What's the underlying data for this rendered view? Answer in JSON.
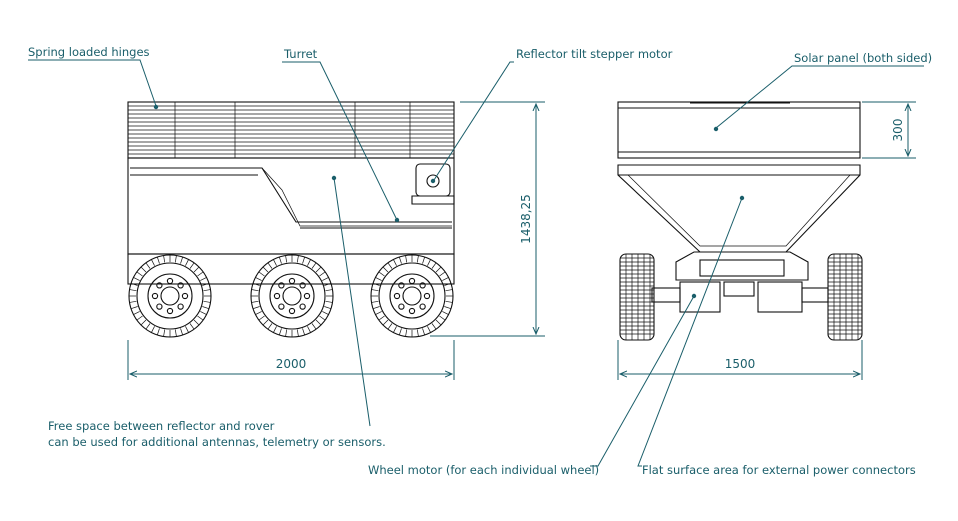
{
  "labels": {
    "spring_hinges": "Spring loaded hinges",
    "turret": "Turret",
    "reflector_motor": "Reflector tilt stepper motor",
    "solar_panel": "Solar panel (both sided)",
    "free_space_line1": "Free space between reflector and rover",
    "free_space_line2": "can be used for additional antennas, telemetry or sensors.",
    "wheel_motor": "Wheel motor (for each individual wheel)",
    "flat_surface": "Flat surface area for external power connectors"
  },
  "dimensions": {
    "side_length": "2000",
    "side_height": "1438,25",
    "front_width": "1500",
    "panel_height": "300"
  },
  "colors": {
    "annotation": "#1a5e6a",
    "linework": "#111111"
  }
}
